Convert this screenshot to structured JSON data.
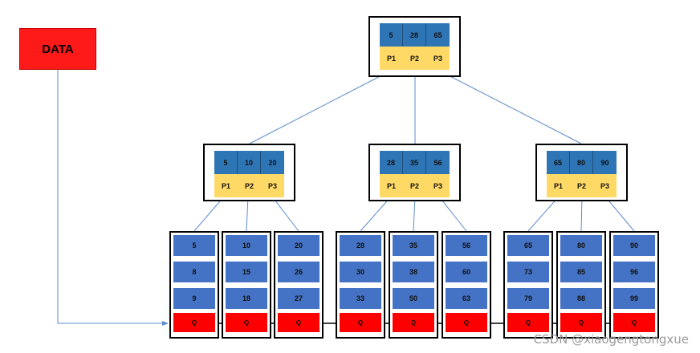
{
  "data_label": "DATA",
  "root": {
    "keys": [
      "5",
      "28",
      "65"
    ],
    "pointers": [
      "P1",
      "P2",
      "P3"
    ]
  },
  "internal": [
    {
      "keys": [
        "5",
        "10",
        "20"
      ],
      "pointers": [
        "P1",
        "P2",
        "P3"
      ]
    },
    {
      "keys": [
        "28",
        "35",
        "56"
      ],
      "pointers": [
        "P1",
        "P2",
        "P3"
      ]
    },
    {
      "keys": [
        "65",
        "80",
        "90"
      ],
      "pointers": [
        "P1",
        "P2",
        "P3"
      ]
    }
  ],
  "leaves": [
    {
      "values": [
        "5",
        "8",
        "9"
      ],
      "q": "Q"
    },
    {
      "values": [
        "10",
        "15",
        "18"
      ],
      "q": "Q"
    },
    {
      "values": [
        "20",
        "26",
        "27"
      ],
      "q": "Q"
    },
    {
      "values": [
        "28",
        "30",
        "33"
      ],
      "q": "Q"
    },
    {
      "values": [
        "35",
        "38",
        "50"
      ],
      "q": "Q"
    },
    {
      "values": [
        "56",
        "60",
        "63"
      ],
      "q": "Q"
    },
    {
      "values": [
        "65",
        "73",
        "79"
      ],
      "q": "Q"
    },
    {
      "values": [
        "80",
        "85",
        "88"
      ],
      "q": "Q"
    },
    {
      "values": [
        "90",
        "96",
        "99"
      ],
      "q": "Q"
    }
  ],
  "watermark": "CSDN @xiaogengtongxue",
  "colors": {
    "key": "#2e75b6",
    "pointer": "#ffd966",
    "leaf_value": "#4472c4",
    "leaf_q": "#ff0000",
    "data_box": "#ff1a1a",
    "edge": "#5b8bd0"
  }
}
